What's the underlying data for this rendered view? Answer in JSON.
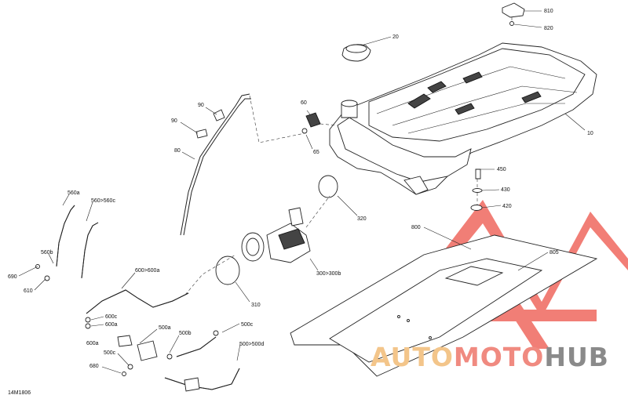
{
  "diagram_code": "14M1806",
  "callouts": {
    "c10": "10",
    "c20": "20",
    "c60": "60",
    "c65": "65",
    "c80": "80",
    "c90a": "90",
    "c90b": "90",
    "c300": "300>300b",
    "c310": "310",
    "c320": "320",
    "c420": "420",
    "c430": "430",
    "c450": "450",
    "c500a": "500a",
    "c500b": "500b",
    "c500c1": "500c",
    "c500c2": "500c",
    "c500d": "500>500d",
    "c560a": "560a",
    "c560b": "560b",
    "c560c": "560>560c",
    "c600a1": "600a",
    "c600a2": "600a",
    "c600c": "600c",
    "c600": "600>600a",
    "c610": "610",
    "c680": "680",
    "c690": "690",
    "c800": "800",
    "c805": "805",
    "c810": "810",
    "c820": "820"
  },
  "watermark": {
    "part1": "AUTO",
    "part2": "MOTO",
    "part3": "HUB",
    "colors": {
      "auto": "#f3c58a",
      "moto": "#f08a80",
      "hub": "#8a8a8a",
      "logo": "#ee5a50"
    }
  }
}
